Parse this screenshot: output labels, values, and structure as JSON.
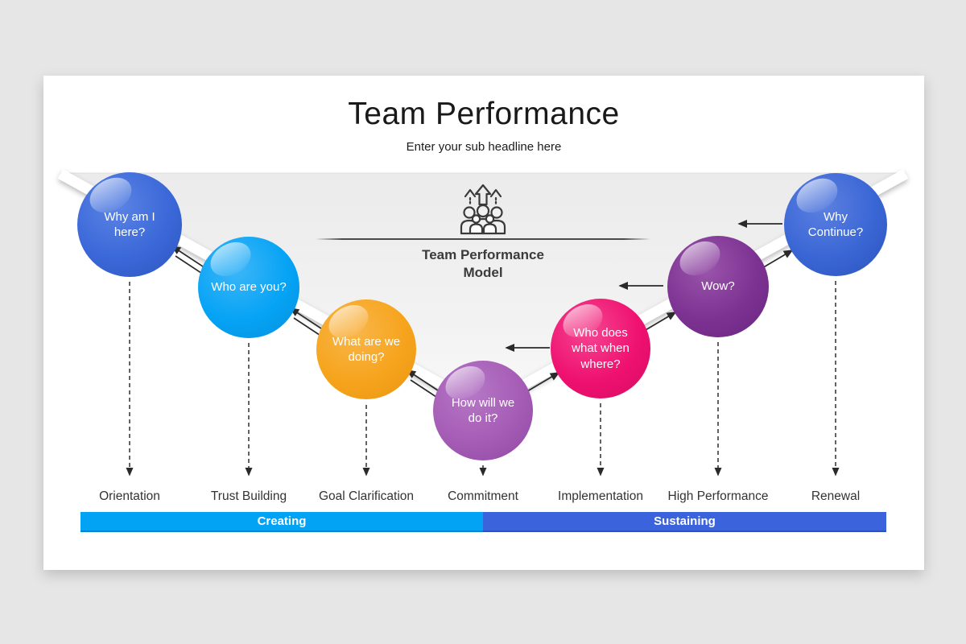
{
  "slide": {
    "title": "Team Performance",
    "subtitle": "Enter your sub headline here"
  },
  "model": {
    "icon": "team-growth-icon",
    "label_line1": "Team Performance",
    "label_line2": "Model"
  },
  "circles": [
    {
      "label": "Why am I here?",
      "color": "#3b68d9"
    },
    {
      "label": "Who are you?",
      "color": "#06a3f5"
    },
    {
      "label": "What are we doing?",
      "color": "#f6a41d"
    },
    {
      "label": "How will we do it?",
      "color": "#a55cb5"
    },
    {
      "label": "Who does what when where?",
      "color": "#ef1170"
    },
    {
      "label": "Wow?",
      "color": "#7c3292"
    },
    {
      "label": "Why Continue?",
      "color": "#3a66d5"
    }
  ],
  "stages": [
    "Orientation",
    "Trust Building",
    "Goal Clarification",
    "Commitment",
    "Implementation",
    "High Performance",
    "Renewal"
  ],
  "phases": [
    {
      "label": "Creating",
      "color": "#02a2f5"
    },
    {
      "label": "Sustaining",
      "color": "#3a63dc"
    }
  ]
}
